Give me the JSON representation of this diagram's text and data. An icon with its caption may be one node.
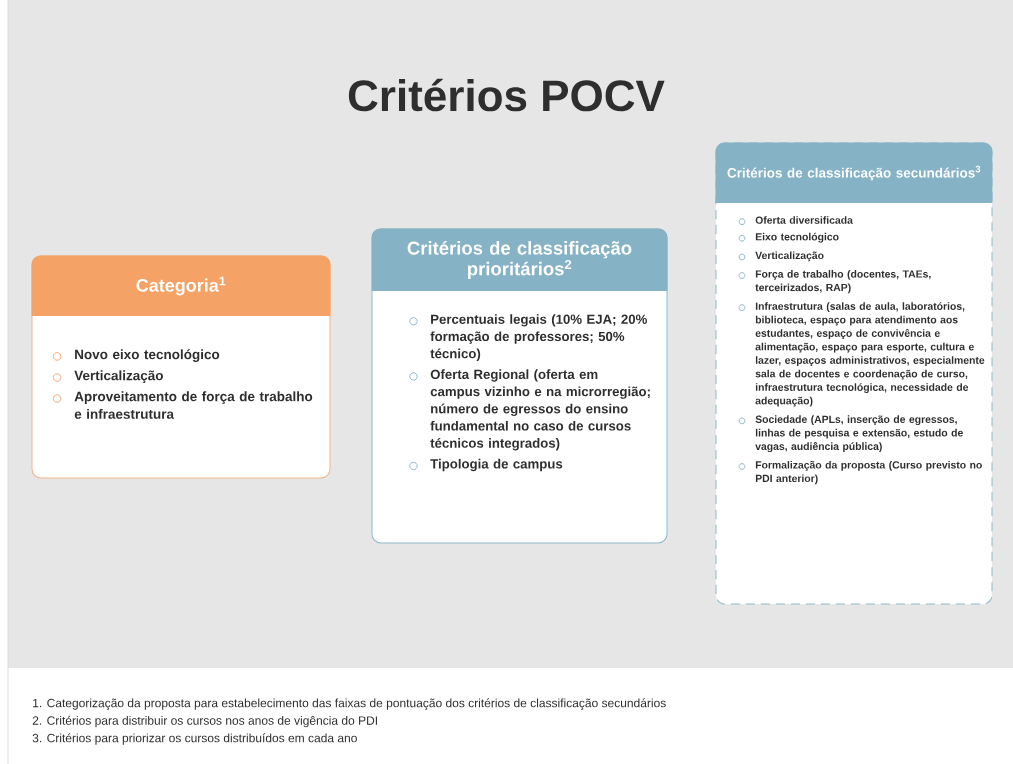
{
  "diagram": {
    "title": "Critérios POCV",
    "nodes": [
      {
        "text": [
          "Categoria$^{1}$",
          "Novo eixo tecnológico",
          "Verticalização",
          "Aproveitamento de força de trabalho e infraestrutura"
        ]
      },
      {
        "text": [
          "Critérios de classificação prioritários$^{2}$",
          "Percentuais legais (10% EJA; 20% formação de professores; 50% técnico)",
          "Oferta Regional (oferta em campus vizinho e na microrregião; número de egressos do ensino fundamental no caso de cursos técnicos integrados)",
          "Tipologia de campus"
        ]
      },
      {
        "text": [
          "Critérios de classificação secundários$^{3}$",
          "Oferta diversificada",
          "Eixo tecnológico",
          "Verticalização",
          "Força de trabalho (docentes, TAEs, terceirizados, RAP)",
          "Infraestrutura (salas de aula, laboratórios, biblioteca, espaço para atendimento aos estudantes, espaço de convivência e alimentação, espaço para esporte, cultura e lazer, espaços administrativos, especialmente sala de docentes e coordenação de curso, infraestrutura tecnológica, necessidade de adequação)",
          "Sociedade (APLs, inserção de egressos, linhas de pesquisa e extensão, estudo de vagas, audiência pública)",
          "Formalização da proposta (Curso previsto no PDI anterior)"
        ]
      }
    ],
    "labels": [
      "1. Categorização da proposta para estabelecimento das faixas de pontuação dos critérios de classificação secundários",
      "2. Critérios para distribuir os cursos nos anos de vigência do PDI",
      "3. Critérios para priorizar os cursos distribuídos em cada ano"
    ]
  }
}
